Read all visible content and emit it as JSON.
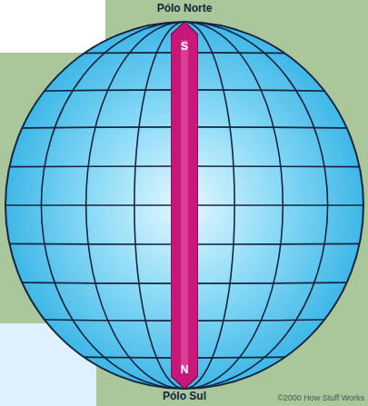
{
  "diagram": {
    "nodes": [
      {
        "text": [
          "S",
          "N"
        ]
      }
    ],
    "labels": [
      "Pólo Norte",
      "Pólo Sul",
      "©2000 How Stuff Works"
    ]
  }
}
